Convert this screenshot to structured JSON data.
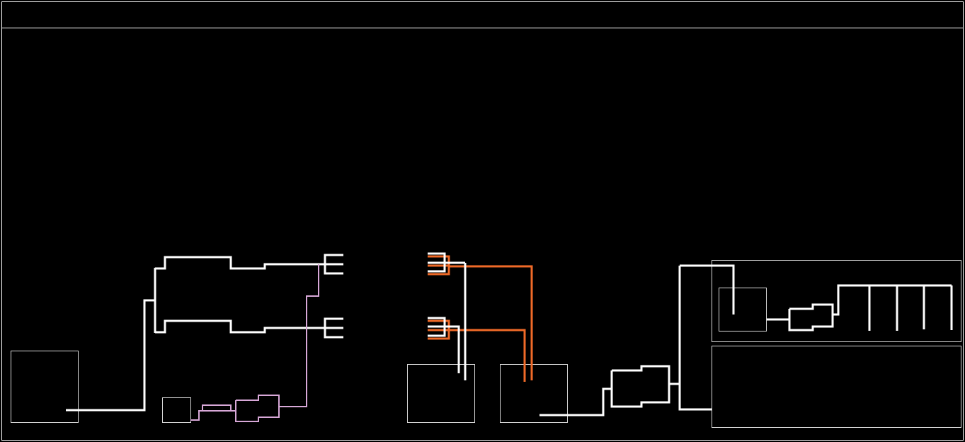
{
  "title": "",
  "colors": {
    "background": "#000000",
    "frame": "#ffffff",
    "box_outline": "#d8d8d8",
    "wire_main": "#ffffff",
    "wire_pink": "#d8a8d8",
    "wire_orange": "#f06a28"
  },
  "diagram": {
    "boxes": [
      "box-left-source",
      "box-small-pink",
      "box-center-left",
      "box-center-right",
      "box-right-upper",
      "box-right-upper-inner",
      "box-right-lower"
    ],
    "wire_groups": [
      "white-main",
      "pink-branch",
      "orange-branch"
    ]
  }
}
